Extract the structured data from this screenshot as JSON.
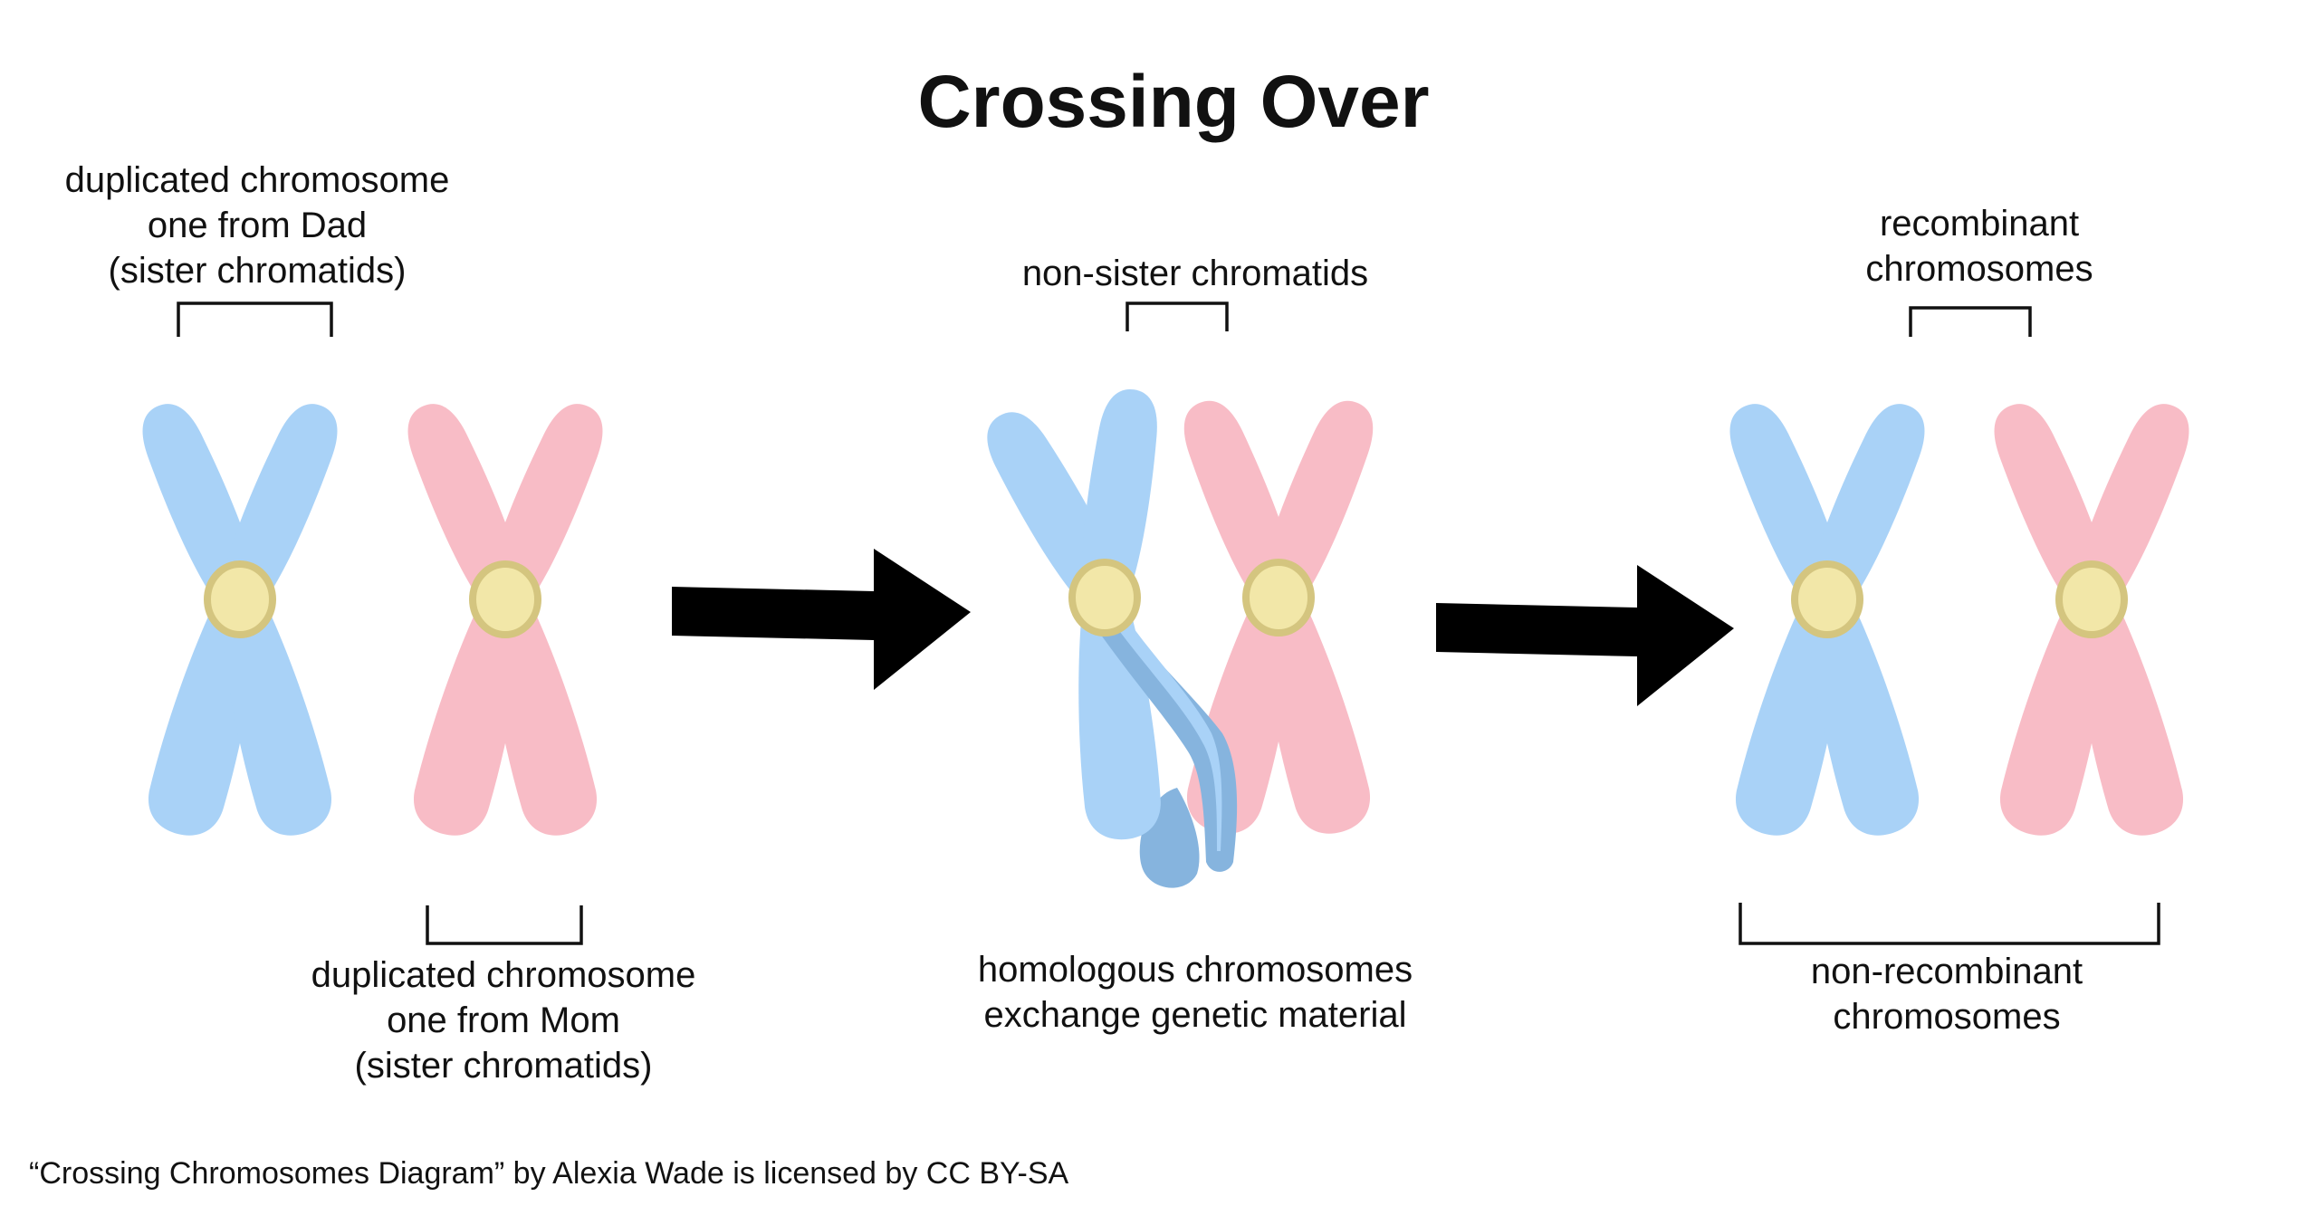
{
  "title": "Crossing Over",
  "labels": {
    "dad": [
      "duplicated chromosome",
      "one from Dad",
      "(sister chromatids)"
    ],
    "mom": [
      "duplicated chromosome",
      "one from Mom",
      "(sister chromatids)"
    ],
    "non_sister": [
      "non-sister chromatids"
    ],
    "exchange": [
      "homologous chromosomes",
      "exchange genetic material"
    ],
    "recombinant": [
      "recombinant",
      "chromosomes"
    ],
    "non_recombinant": [
      "non-recombinant",
      "chromosomes"
    ]
  },
  "credit": "“Crossing Chromosomes Diagram” by Alexia Wade is licensed by CC BY-SA",
  "colors": {
    "dad_fill": "#a9d2f7",
    "dad_band": "#86b4de",
    "mom_fill": "#f8bcc6",
    "mom_band": "#de919c",
    "centromere_fill": "#f2e7a8",
    "centromere_ring": "#d4c57f",
    "arrow": "#000000",
    "text": "#111111"
  }
}
